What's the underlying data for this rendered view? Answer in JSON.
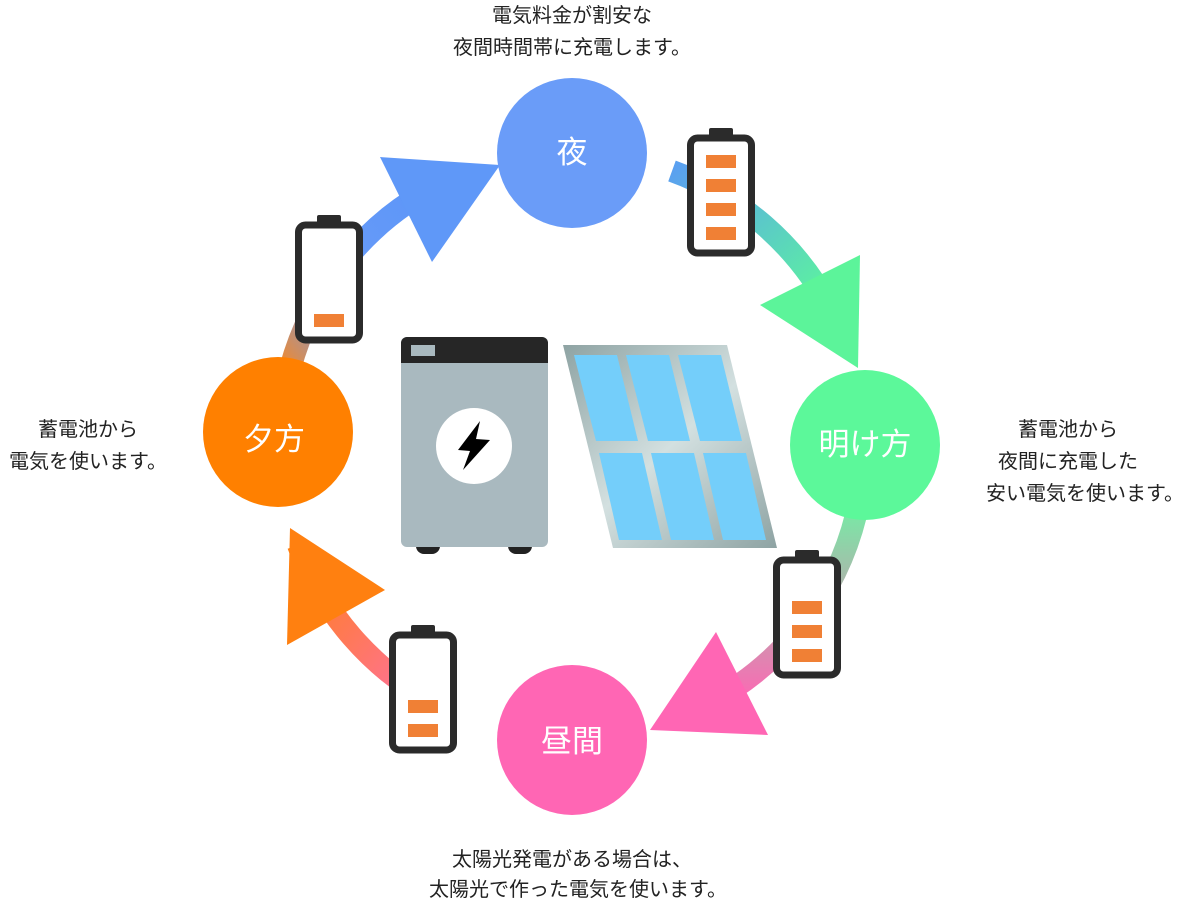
{
  "phases": {
    "night": {
      "label": "夜",
      "color": "#6a9cf8"
    },
    "dawn": {
      "label": "明け方",
      "color": "#5cf89a"
    },
    "day": {
      "label": "昼間",
      "color": "#ff66b4"
    },
    "evening": {
      "label": "夕方",
      "color": "#ff8000"
    }
  },
  "captions": {
    "night": [
      "電気料金が割安な",
      "夜間時間帯に充電します。"
    ],
    "dawn": [
      "蓄電池から",
      "夜間に充電した",
      "安い電気を使います。"
    ],
    "day": [
      "太陽光発電がある場合は、",
      "太陽光で作った電気を使います。"
    ],
    "evening": [
      "蓄電池から",
      "電気を使います。"
    ]
  },
  "battery_levels": {
    "after_night": 4,
    "after_dawn": 3,
    "after_day": 2,
    "after_evening": 1
  },
  "colors": {
    "battery_bar": "#f08035",
    "battery_outline": "#2b2b2b",
    "panel_cell": "#74cefa",
    "storage_body": "#a9b9bf"
  }
}
